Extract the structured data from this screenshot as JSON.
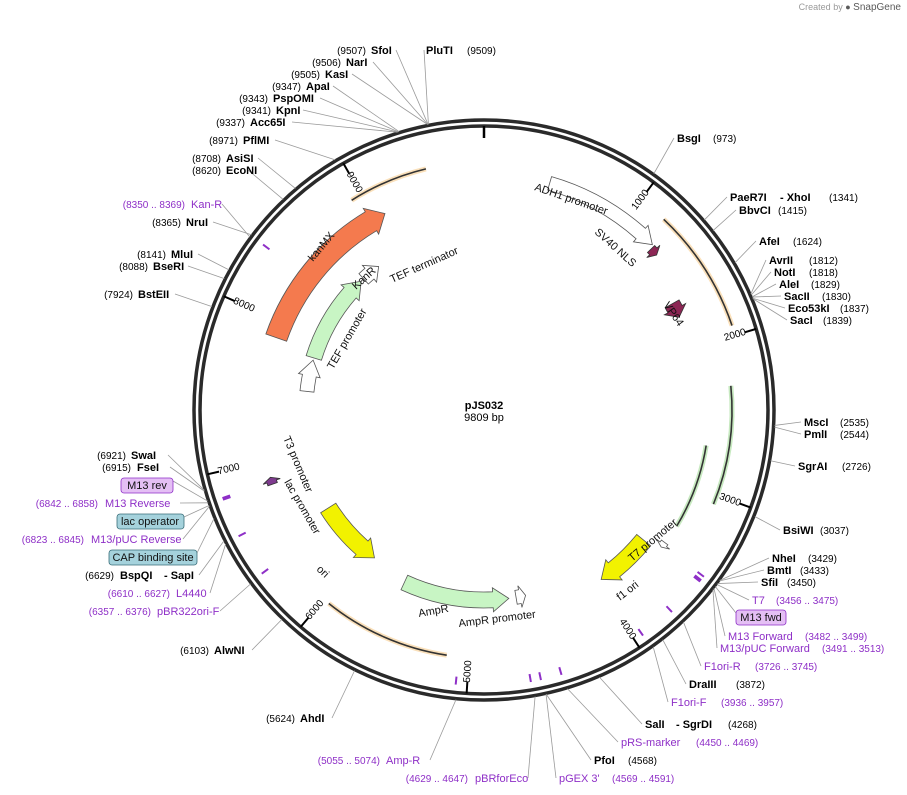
{
  "credit": {
    "prefix": "Created by",
    "brand": "SnapGene"
  },
  "plasmid": {
    "name": "pJS032",
    "size": "9809 bp"
  },
  "ticks": [
    "1000",
    "2000",
    "3000",
    "4000",
    "5000",
    "6000",
    "7000",
    "8000",
    "9000"
  ],
  "enzymes_left_top": [
    {
      "pos": "(9507)",
      "name": "SfoI"
    },
    {
      "pos": "(9506)",
      "name": "NarI"
    },
    {
      "pos": "(9505)",
      "name": "KasI"
    },
    {
      "pos": "(9347)",
      "name": "ApaI"
    },
    {
      "pos": "(9343)",
      "name": "PspOMI"
    },
    {
      "pos": "(9341)",
      "name": "KpnI"
    },
    {
      "pos": "(9337)",
      "name": "Acc65I"
    },
    {
      "pos": "(8971)",
      "name": "PflMI"
    },
    {
      "pos": "(8708)",
      "name": "AsiSI"
    },
    {
      "pos": "(8620)",
      "name": "EcoNI"
    }
  ],
  "pluti": {
    "name": "PluTI",
    "pos": "(9509)"
  },
  "kan_r_primer": {
    "pos": "(8350 .. 8369)",
    "name": "Kan-R"
  },
  "enzymes_left_mid": [
    {
      "pos": "(8365)",
      "name": "NruI"
    },
    {
      "pos": "(8141)",
      "name": "MluI"
    },
    {
      "pos": "(8088)",
      "name": "BseRI"
    },
    {
      "pos": "(7924)",
      "name": "BstEII"
    }
  ],
  "enzymes_right": [
    {
      "name": "BsgI",
      "pos": "(973)"
    },
    {
      "name": "PaeR7I",
      "extra": "- XhoI",
      "pos": "(1341)"
    },
    {
      "name": "BbvCI",
      "pos": "(1415)"
    },
    {
      "name": "AfeI",
      "pos": "(1624)"
    },
    {
      "name": "AvrII",
      "pos": "(1812)"
    },
    {
      "name": "NotI",
      "pos": "(1818)"
    },
    {
      "name": "AleI",
      "pos": "(1829)"
    },
    {
      "name": "SacII",
      "pos": "(1830)"
    },
    {
      "name": "Eco53kI",
      "pos": "(1837)"
    },
    {
      "name": "SacI",
      "pos": "(1839)"
    },
    {
      "name": "MscI",
      "pos": "(2535)"
    },
    {
      "name": "PmlI",
      "pos": "(2544)"
    },
    {
      "name": "SgrAI",
      "pos": "(2726)"
    },
    {
      "name": "BsiWI",
      "pos": "(3037)"
    },
    {
      "name": "NheI",
      "pos": "(3429)"
    },
    {
      "name": "BmtI",
      "pos": "(3433)"
    },
    {
      "name": "SfiI",
      "pos": "(3450)"
    }
  ],
  "primers_right": [
    {
      "name": "T7",
      "pos": "(3456 .. 3475)"
    },
    {
      "name": "M13 fwd",
      "boxed": true
    },
    {
      "name": "M13 Forward",
      "pos": "(3482 .. 3499)"
    },
    {
      "name": "M13/pUC Forward",
      "pos": "(3491 .. 3513)"
    },
    {
      "name": "F1ori-R",
      "pos": "(3726 .. 3745)"
    },
    {
      "name": "F1ori-F",
      "pos": "(3936 .. 3957)"
    }
  ],
  "draiii": {
    "name": "DraIII",
    "pos": "(3872)"
  },
  "sali": {
    "name": "SalI",
    "extra": "- SgrDI",
    "pos": "(4268)"
  },
  "prs_marker": {
    "name": "pRS-marker",
    "pos": "(4450 .. 4469)"
  },
  "pfoi": {
    "name": "PfoI",
    "pos": "(4568)"
  },
  "pgex3": {
    "name": "pGEX 3'",
    "pos": "(4569 .. 4591)"
  },
  "pbrforeco": {
    "name": "pBRforEco",
    "pos": "(4629 .. 4647)"
  },
  "amp_r_primer": {
    "name": "Amp-R",
    "pos": "(5055 .. 5074)"
  },
  "ahdi": {
    "pos": "(5624)",
    "name": "AhdI"
  },
  "alwni": {
    "pos": "(6103)",
    "name": "AlwNI"
  },
  "enzymes_left_low": [
    {
      "pos": "(6921)",
      "name": "SwaI"
    },
    {
      "pos": "(6915)",
      "name": "FseI"
    }
  ],
  "left_features": [
    {
      "name": "M13 rev",
      "boxed": "primer"
    },
    {
      "name": "M13 Reverse",
      "pos": "(6842 .. 6858)"
    },
    {
      "name": "lac operator",
      "boxed": "feature"
    },
    {
      "name": "M13/pUC Reverse",
      "pos": "(6823 .. 6845)"
    },
    {
      "name": "CAP binding site",
      "boxed": "feature"
    }
  ],
  "bspqi": {
    "pos": "(6629)",
    "name": "BspQI",
    "extra": "- SapI"
  },
  "l4440": {
    "pos": "(6610 .. 6627)",
    "name": "L4440"
  },
  "pbr322": {
    "pos": "(6357 .. 6376)",
    "name": "pBR322ori-F"
  },
  "features": {
    "adh1": "ADH1 promoter",
    "sv40": "SV40 NLS",
    "vp64": "VP64",
    "t7promoter": "T7 promoter",
    "f1ori": "f1 ori",
    "ampr": "AmpR",
    "ampr_promoter": "AmpR promoter",
    "ori": "ori",
    "t3promoter": "T3 promoter",
    "lacpromoter": "lac promoter",
    "tef_promoter": "TEF promoter",
    "kanr": "KanR",
    "tef_terminator": "TEF terminator",
    "kanmx": "kanMX"
  },
  "colors": {
    "backbone": "#2a2a2a",
    "kanmx": "#f47a4e",
    "kanr": "#c8f5c4",
    "orf": "#f0a73a",
    "green_orf": "#5ec04a",
    "vp64": "#8c2654",
    "f1ori": "#f2f200",
    "ori": "#f2f200",
    "ampr": "#c8f5c4",
    "primer": "#8e2fc7",
    "box_primer": "#e4bff4",
    "box_feature": "#a5d2dc"
  }
}
